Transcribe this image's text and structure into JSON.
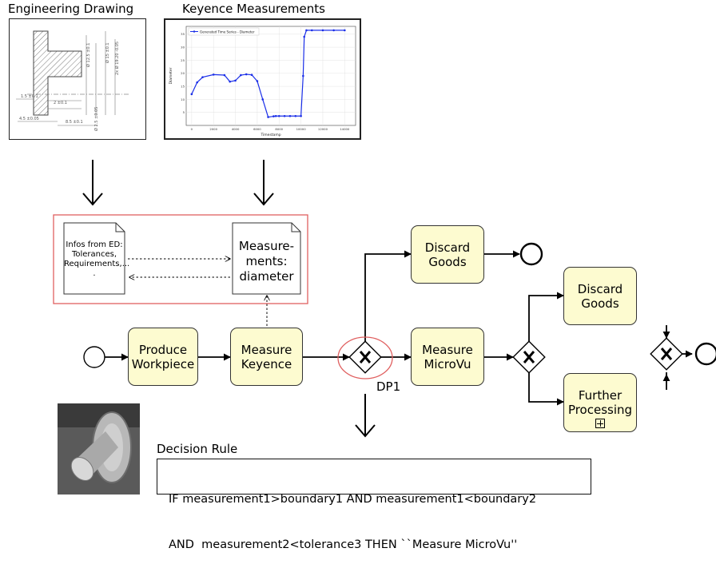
{
  "titles": {
    "engineering_drawing": "Engineering Drawing",
    "keyence_measurements": "Keyence Measurements"
  },
  "keyence_chart": {
    "legend": "Generated Time Series - Diameter",
    "xlabel": "Timestamp",
    "ylabel": "Diameter"
  },
  "chart_data": {
    "type": "line",
    "title": "",
    "xlabel": "Timestamp",
    "ylabel": "Diameter",
    "series": [
      {
        "name": "Generated Time Series - Diameter",
        "x": [
          0,
          500,
          1000,
          2000,
          3000,
          3500,
          4000,
          4500,
          5000,
          5500,
          6000,
          6500,
          7000,
          7500,
          7700,
          8000,
          8500,
          9000,
          9500,
          10000,
          10200,
          10300,
          10500,
          11000,
          12000,
          13000,
          14000
        ],
        "y": [
          12,
          16.5,
          18.5,
          19.5,
          19.3,
          16.8,
          17.2,
          19.3,
          19.6,
          19.4,
          17,
          10,
          3.2,
          3.5,
          3.6,
          3.6,
          3.6,
          3.6,
          3.6,
          3.6,
          19,
          34,
          36.5,
          36.5,
          36.5,
          36.5,
          36.5
        ]
      }
    ],
    "xticks": [
      "0",
      "2000",
      "4000",
      "6000",
      "8000",
      "10000",
      "12000",
      "14000"
    ],
    "yticks": [
      "5",
      "10",
      "15",
      "20",
      "25",
      "30",
      "35"
    ],
    "xlim": [
      -500,
      15000
    ],
    "ylim": [
      0,
      38
    ],
    "grid": true,
    "legend_position": "top-left"
  },
  "docs": {
    "infos": [
      "Infos from ED:",
      "Tolerances,",
      "Requirements,...",
      "."
    ],
    "measurements": [
      "Measure-",
      "ments:",
      "diameter"
    ]
  },
  "tasks": {
    "produce": [
      "Produce",
      "Workpiece"
    ],
    "measure_keyence": [
      "Measure",
      "Keyence"
    ],
    "discard_top": [
      "Discard",
      "Goods"
    ],
    "measure_microvu": [
      "Measure",
      "MicroVu"
    ],
    "discard_right": [
      "Discard",
      "Goods"
    ],
    "further": [
      "Further",
      "Processing"
    ]
  },
  "gateway_marker": "X",
  "dp_label": "DP1",
  "decision": {
    "title": "Decision Rule",
    "line1": "IF measurement1>boundary1 AND measurement1<boundary2",
    "line2": "AND  measurement2<tolerance3 THEN ``Measure MicroVu''"
  },
  "colors": {
    "task_fill": "#fdfbd0",
    "highlight": "#e06060",
    "series": "#1a2ee8"
  }
}
